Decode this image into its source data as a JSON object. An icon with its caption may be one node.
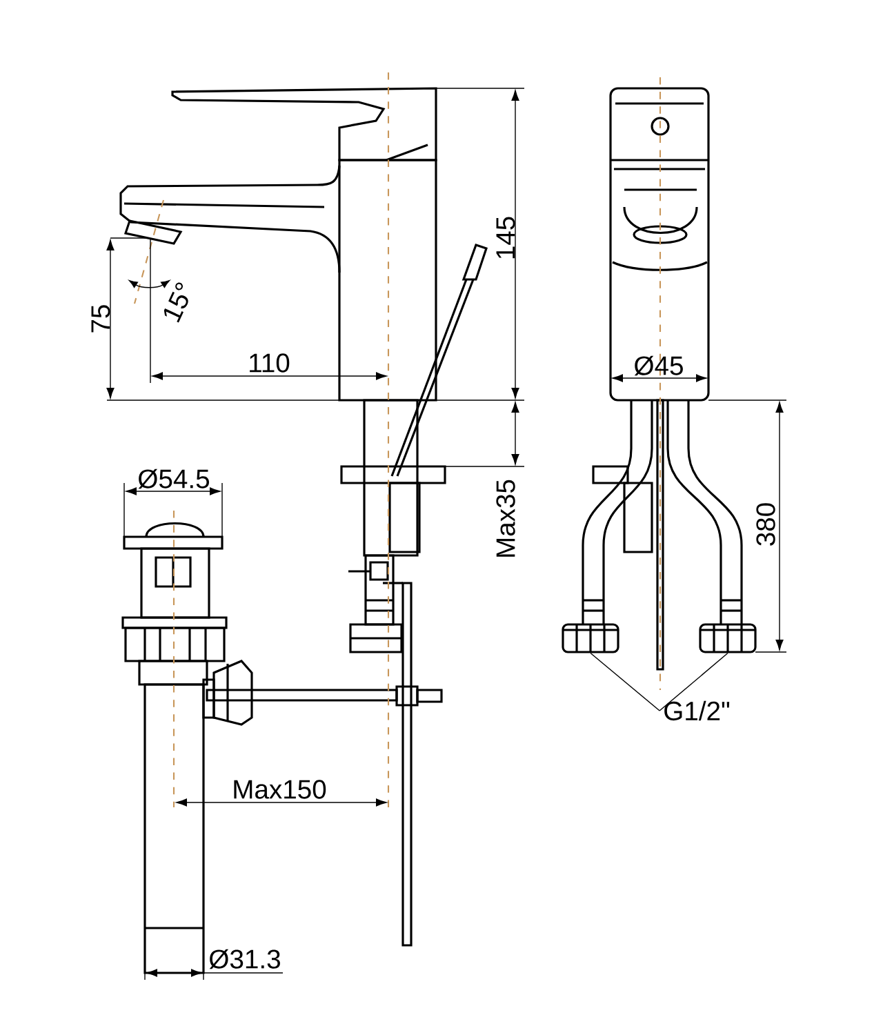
{
  "diagram": {
    "nodes": [
      {
        "text": [
          "G1/2\""
        ]
      },
      {
        "text": [],
        "shape": "picture"
      },
      {
        "text": [],
        "shape": "picture"
      }
    ],
    "edges": [
      {
        "from": 0,
        "to": 1,
        "arrow": "none"
      },
      {
        "from": 0,
        "to": 2,
        "arrow": "none"
      }
    ],
    "labels": [
      "145",
      "75",
      "15°",
      "110",
      "Ø45",
      "Ø54.5",
      "Max35",
      "380",
      "Max150",
      "Ø31.3"
    ]
  }
}
